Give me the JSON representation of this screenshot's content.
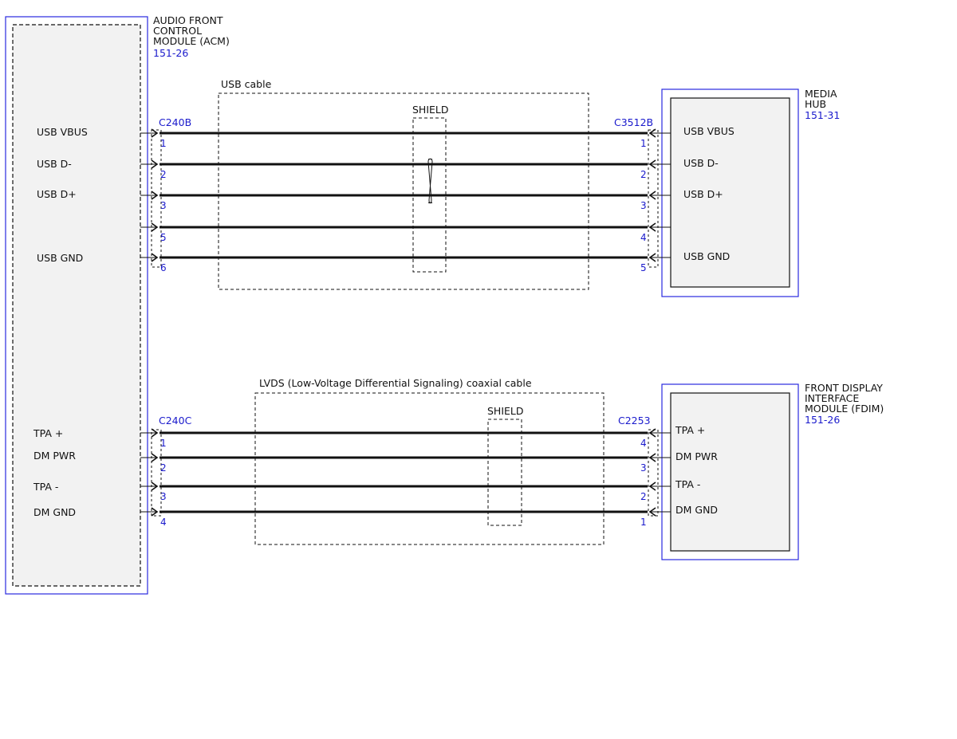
{
  "modules": {
    "acm": {
      "title_lines": [
        "AUDIO FRONT",
        "CONTROL",
        "MODULE (ACM)"
      ],
      "ref": "151-26"
    },
    "media_hub": {
      "title_lines": [
        "MEDIA",
        "HUB"
      ],
      "ref": "151-31"
    },
    "fdim": {
      "title_lines": [
        "FRONT DISPLAY",
        "INTERFACE",
        "MODULE (FDIM)"
      ],
      "ref": "151-26"
    }
  },
  "usb_cable": {
    "label": "USB cable",
    "shield_label": "SHIELD",
    "left_connector": "C240B",
    "right_connector": "C3512B",
    "wires": [
      {
        "left_signal": "USB VBUS",
        "left_pin": "1",
        "right_pin": "1",
        "right_signal": "USB VBUS"
      },
      {
        "left_signal": "USB D-",
        "left_pin": "2",
        "right_pin": "2",
        "right_signal": "USB D-"
      },
      {
        "left_signal": "USB D+",
        "left_pin": "3",
        "right_pin": "3",
        "right_signal": "USB D+"
      },
      {
        "left_signal": "",
        "left_pin": "5",
        "right_pin": "4",
        "right_signal": ""
      },
      {
        "left_signal": "USB GND",
        "left_pin": "6",
        "right_pin": "5",
        "right_signal": "USB GND"
      }
    ]
  },
  "lvds_cable": {
    "label": "LVDS (Low-Voltage Differential Signaling) coaxial cable",
    "shield_label": "SHIELD",
    "left_connector": "C240C",
    "right_connector": "C2253",
    "wires": [
      {
        "left_signal": "TPA +",
        "left_pin": "1",
        "right_pin": "4",
        "right_signal": "TPA +"
      },
      {
        "left_signal": "DM PWR",
        "left_pin": "2",
        "right_pin": "3",
        "right_signal": "DM PWR"
      },
      {
        "left_signal": "TPA -",
        "left_pin": "3",
        "right_pin": "2",
        "right_signal": "TPA -"
      },
      {
        "left_signal": "DM GND",
        "left_pin": "4",
        "right_pin": "1",
        "right_signal": "DM GND"
      }
    ]
  },
  "colors": {
    "reference": "#1a1acc",
    "module_border": "#2a2ae0",
    "wire": "#111111",
    "module_fill": "#f2f2f2"
  }
}
